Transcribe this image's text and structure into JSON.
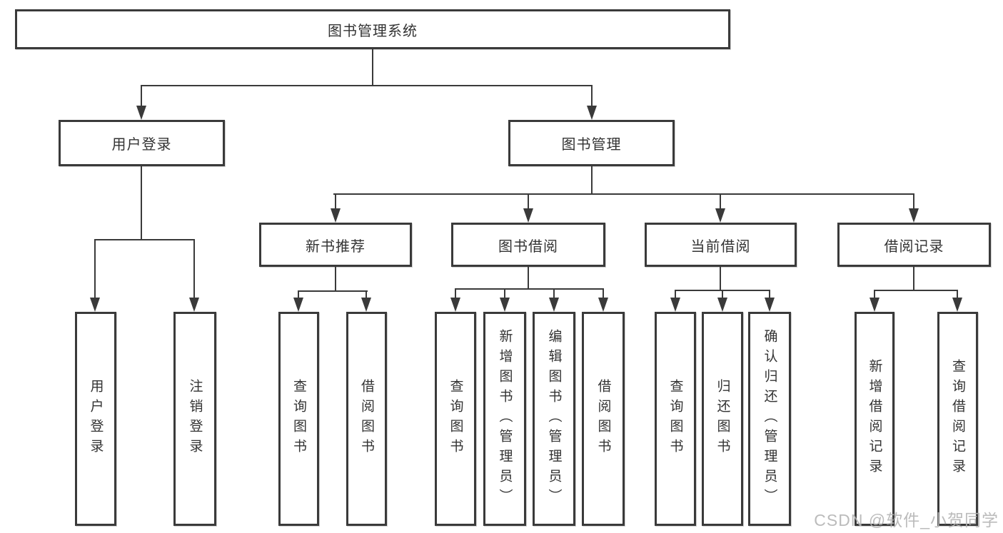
{
  "colors": {
    "line": "#3a3a3a",
    "text": "#333333",
    "background": "#ffffff",
    "watermark": "#b4b4b4"
  },
  "watermark": {
    "text": "CSDN @软件_小贺同学"
  },
  "tree": {
    "label": "图书管理系统",
    "children": [
      {
        "label": "用户登录",
        "children": [
          {
            "label": "用户登录"
          },
          {
            "label": "注销登录"
          }
        ]
      },
      {
        "label": "图书管理",
        "children": [
          {
            "label": "新书推荐",
            "children": [
              {
                "label": "查询图书"
              },
              {
                "label": "借阅图书"
              }
            ]
          },
          {
            "label": "图书借阅",
            "children": [
              {
                "label": "查询图书"
              },
              {
                "label": "新增图书（管理员）"
              },
              {
                "label": "编辑图书（管理员）"
              },
              {
                "label": "借阅图书"
              }
            ]
          },
          {
            "label": "当前借阅",
            "children": [
              {
                "label": "查询图书"
              },
              {
                "label": "归还图书"
              },
              {
                "label": "确认归还（管理员）"
              }
            ]
          },
          {
            "label": "借阅记录",
            "children": [
              {
                "label": "新增借阅记录"
              },
              {
                "label": "查询借阅记录"
              }
            ]
          }
        ]
      }
    ]
  }
}
